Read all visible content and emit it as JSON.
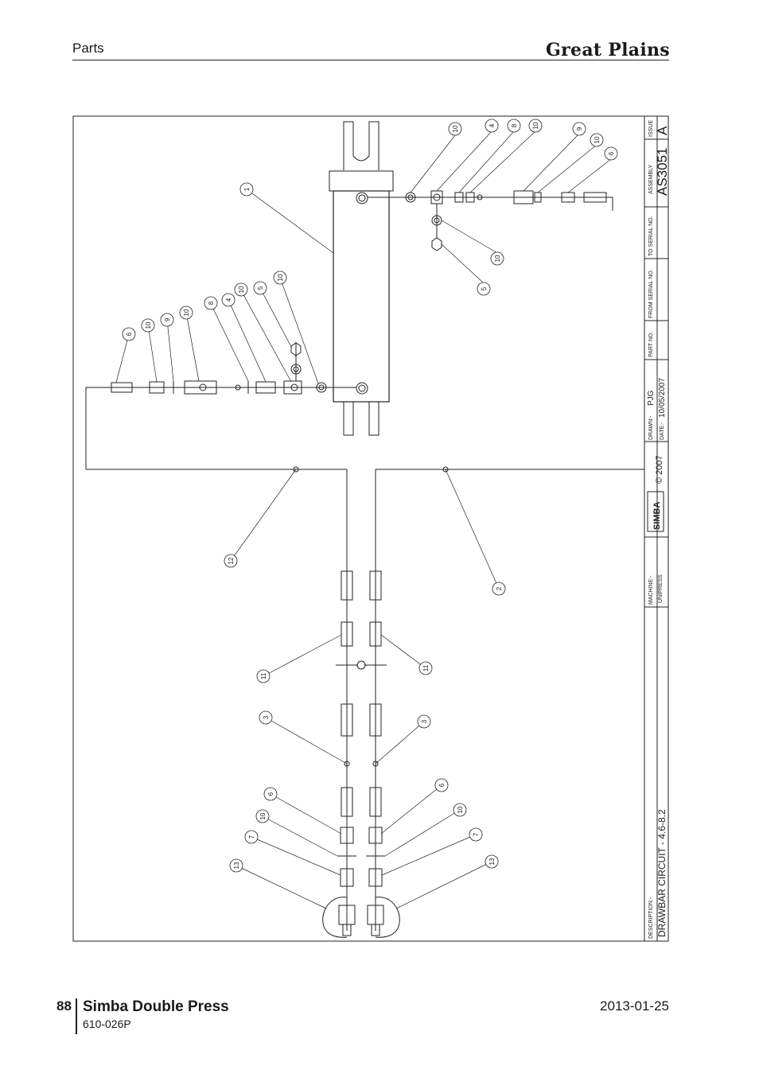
{
  "header": {
    "section": "Parts",
    "brand": "Great Plains"
  },
  "footer": {
    "page_number": "88",
    "title": "Simba Double Press",
    "doc_code": "610-026P",
    "date": "2013-01-25"
  },
  "title_block": {
    "issue_label": "ISSUE",
    "issue": "A",
    "assembly_label": "ASSEMBLY",
    "assembly": "AS3051",
    "to_serial_label": "TO SERIAL NO.",
    "from_serial_label": "FROM SERIAL NO.",
    "part_no_label": "PART NO.",
    "drawn_label": "DRAWN:-",
    "drawn": "PJG",
    "date_label": "DATE:-",
    "date": "10/05/2007",
    "copyright": "© 2007",
    "logo_text": "SIMBA",
    "machine_label": "MACHINE:-",
    "machine": "UNIPRESS",
    "description_label": "DESCRIPTION:-",
    "description": "DRAWBAR CIRCUIT - 4.6-8.2"
  },
  "balloons": {
    "right_top": [
      "10",
      "4",
      "8",
      "10",
      "9",
      "10",
      "6"
    ],
    "body": "1",
    "right_mid": [
      "10",
      "5"
    ],
    "left_top": [
      "6",
      "10",
      "9",
      "10",
      "8",
      "4",
      "10",
      "5",
      "10"
    ],
    "hoses": [
      "12",
      "2"
    ],
    "lower_left": [
      "11",
      "3",
      "6",
      "10",
      "7",
      "13"
    ],
    "lower_right": [
      "11",
      "3",
      "6",
      "10",
      "7",
      "13"
    ]
  }
}
